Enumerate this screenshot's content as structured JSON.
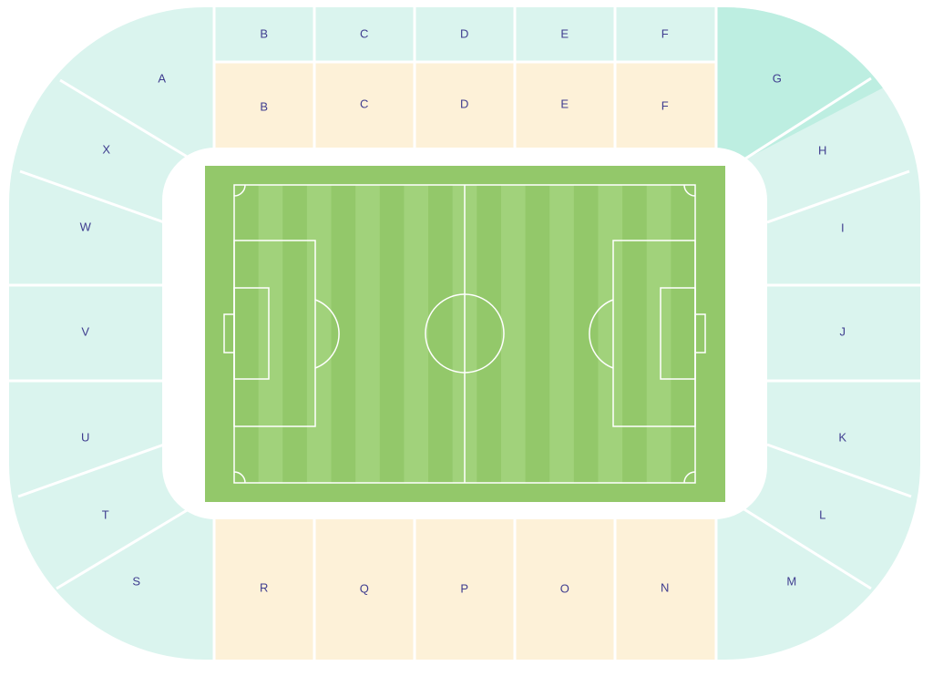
{
  "colors": {
    "background": "#ffffff",
    "outer_section": "#daf4ee",
    "highlight_section": "#bdeee1",
    "inner_section": "#fdf1d8",
    "divider": "#ffffff",
    "pitch_dark": "#93c86a",
    "pitch_light": "#a1d27b",
    "pitch_line": "#ffffff",
    "label": "#3f3d8f"
  },
  "sections": {
    "A": "A",
    "B_upper": "B",
    "C_upper": "C",
    "D_upper": "D",
    "E_upper": "E",
    "F_upper": "F",
    "B_lower": "B",
    "C_lower": "C",
    "D_lower": "D",
    "E_lower": "E",
    "F_lower": "F",
    "G": "G",
    "H": "H",
    "I": "I",
    "J": "J",
    "K": "K",
    "L": "L",
    "M": "M",
    "N": "N",
    "O": "O",
    "P": "P",
    "Q": "Q",
    "R": "R",
    "S": "S",
    "T": "T",
    "U": "U",
    "V": "V",
    "W": "W",
    "X": "X"
  },
  "highlighted_section": "G"
}
